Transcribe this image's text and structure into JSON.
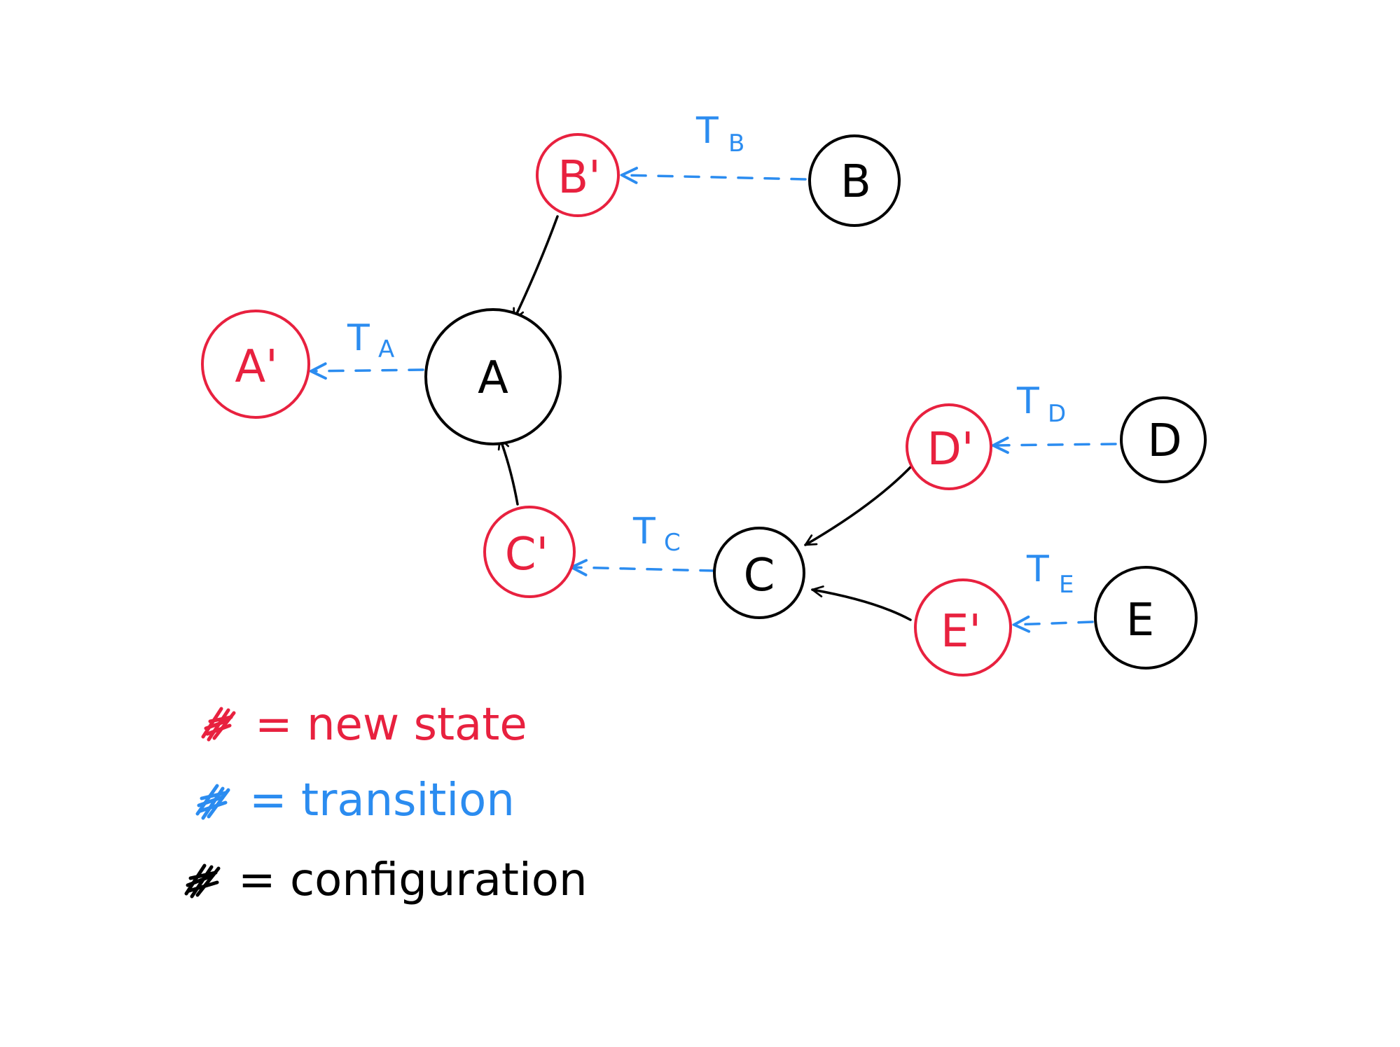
{
  "colors": {
    "new_state": "#e8213f",
    "transition": "#2b8cf0",
    "configuration": "#000000"
  },
  "nodes": {
    "A": {
      "label": "A",
      "kind": "configuration"
    },
    "A_prime": {
      "label": "A'",
      "kind": "new_state"
    },
    "B": {
      "label": "B",
      "kind": "configuration"
    },
    "B_prime": {
      "label": "B'",
      "kind": "new_state"
    },
    "C": {
      "label": "C",
      "kind": "configuration"
    },
    "C_prime": {
      "label": "C'",
      "kind": "new_state"
    },
    "D": {
      "label": "D",
      "kind": "configuration"
    },
    "D_prime": {
      "label": "D'",
      "kind": "new_state"
    },
    "E": {
      "label": "E",
      "kind": "configuration"
    },
    "E_prime": {
      "label": "E'",
      "kind": "new_state"
    }
  },
  "transitions": {
    "A": {
      "main": "T",
      "sub": "A"
    },
    "B": {
      "main": "T",
      "sub": "B"
    },
    "C": {
      "main": "T",
      "sub": "C"
    },
    "D": {
      "main": "T",
      "sub": "D"
    },
    "E": {
      "main": "T",
      "sub": "E"
    }
  },
  "legend": {
    "new_state": "= new  state",
    "transition": "= transition",
    "configuration": "= configuration"
  }
}
